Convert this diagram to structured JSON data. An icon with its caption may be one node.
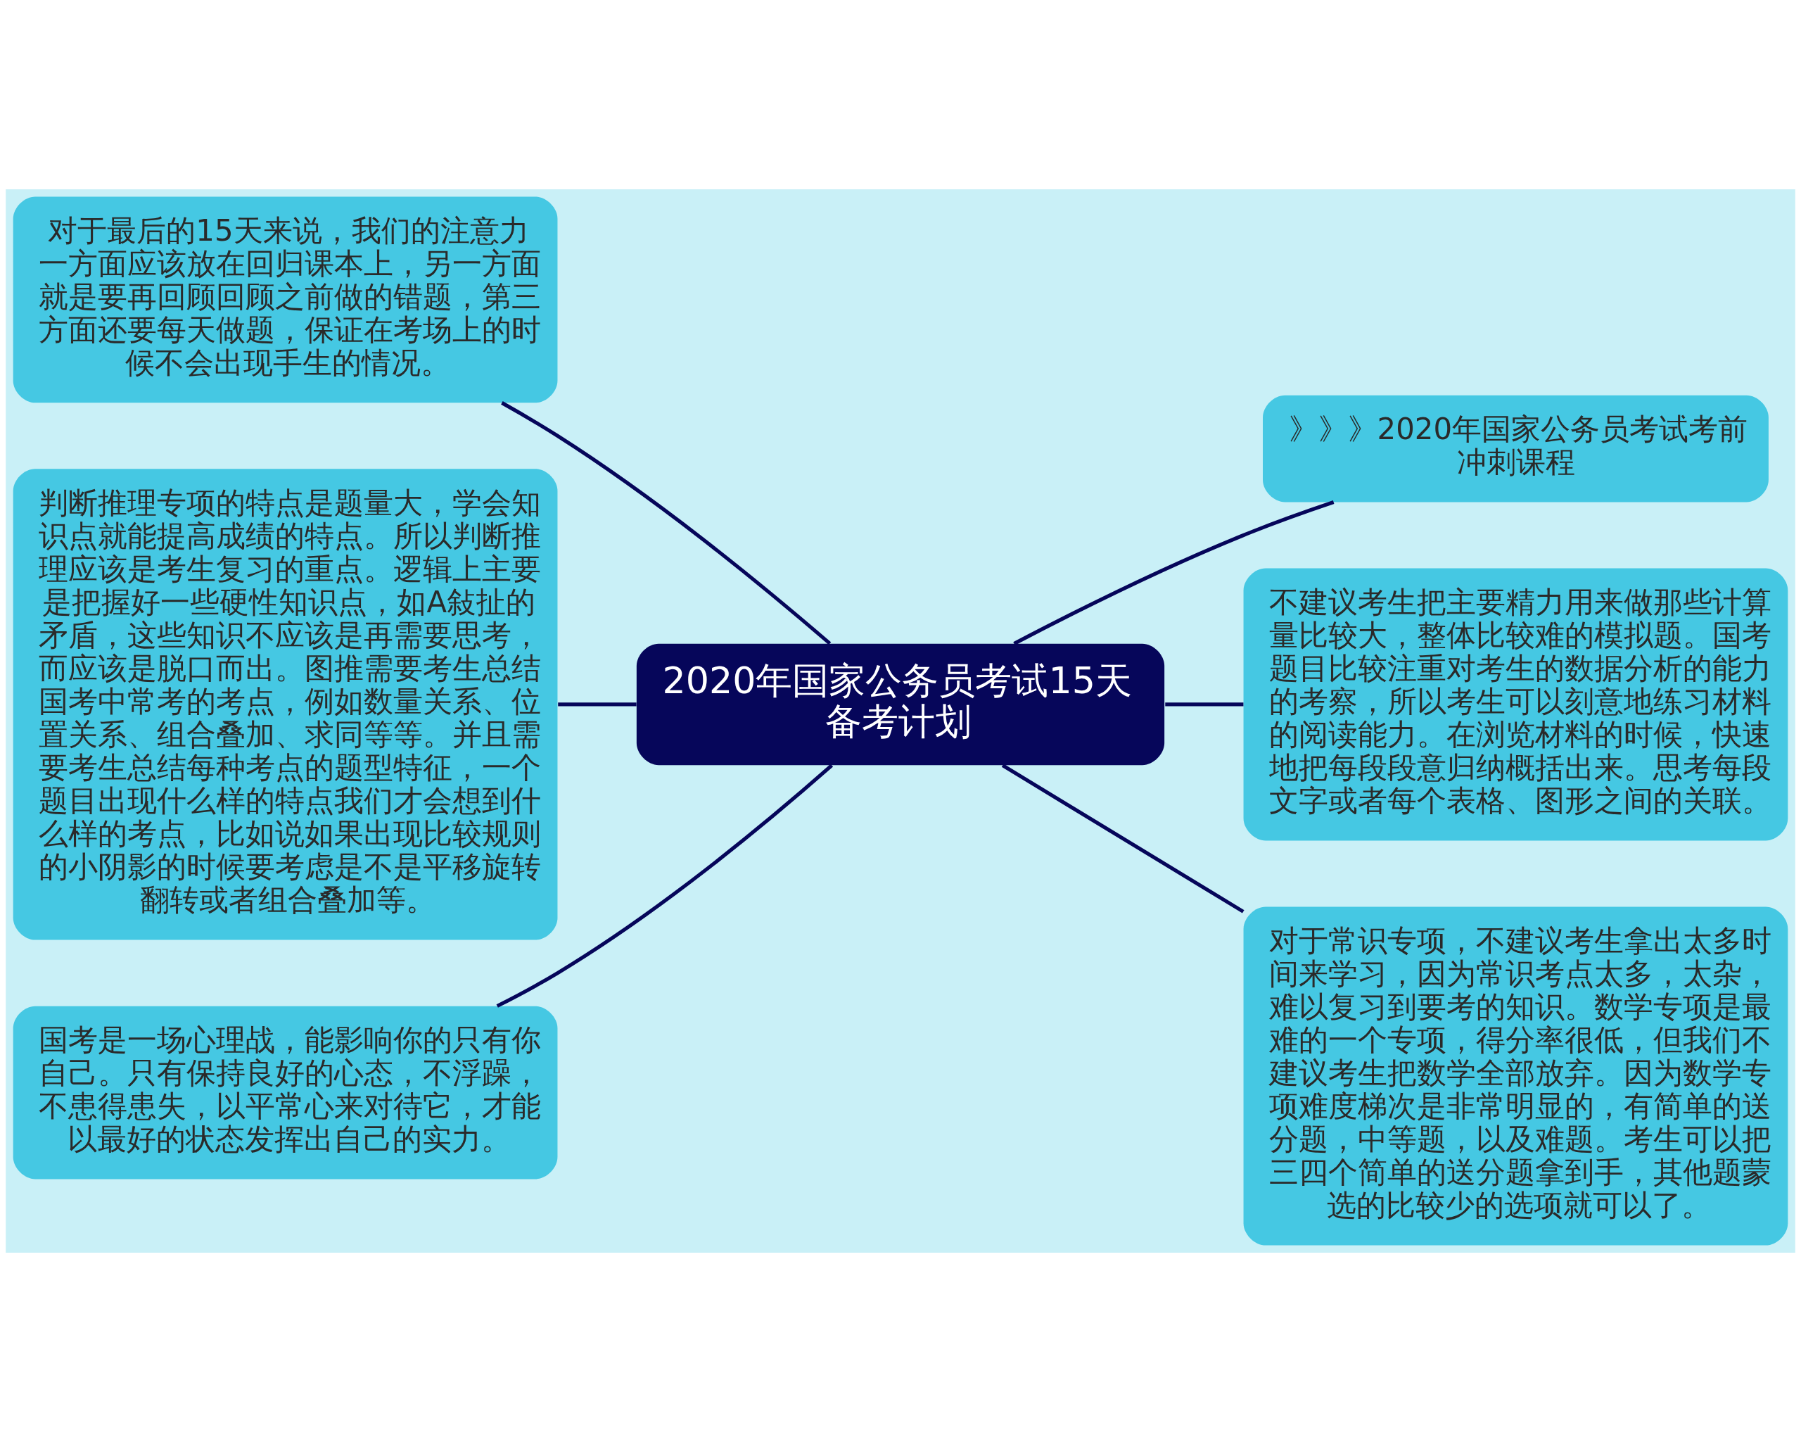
{
  "diagram": {
    "nodes": [
      {
        "text": [
          "2020年国家公务员考试15天备考计划"
        ]
      },
      {
        "text": [
          "对于最后的15天来说，我们的注意力一方面应该放在回归课本上，另一方面就是要再回顾回顾之前做的错题，第三方面还要每天做题，保证在考场上的时候不会出现手生的情况。"
        ]
      },
      {
        "text": [
          "判断推理专项的特点是题量大，学会知识点就能提高成绩的特点。所以判断推理应该是考生复习的重点。逻辑上主要是把握好一些硬性知识点，如A敍扯的矛盾，这些知识不应该是再需要思考，而应该是脱口而出。图推需要考生总结国考中常考的考点，例如数量关系、位置关系、组合叠加、求同等等。并且需要考生总结每种考点的题型特征，一个题目出现什么样的特点我们才会想到什么样的考点，比如说如果出现比较规则的小阴影的时候要考虑是不是平移旋转翻转或者组合叠加等。"
        ]
      },
      {
        "text": [
          "国考是一场心理战，能影响你的只有你自己。只有保持良好的心态，不浮躁，不患得患失，以平常心来对待它，才能以最好的状态发挥出自己的实力。"
        ]
      },
      {
        "text": [
          "》》》2020年国家公务员考试考前冲刺课程"
        ]
      },
      {
        "text": [
          "不建议考生把主要精力用来做那些计算量比较大，整体比较难的模拟题。国考题目比较注重对考生的数据分析的能力的考察，所以考生可以刻意地练习材料的阅读能力。在浏览材料的时候，快速地把每段段意归纳概括出来。思考每段文字或者每个表格、图形之间的关联。"
        ]
      },
      {
        "text": [
          "对于常识专项，不建议考生拿出太多时间来学习，因为常识考点太多，太杂，难以复习到要考的知识。数学专项是最难的一个专项，得分率很低，但我们不建议考生把数学全部放弃。因为数学专项难度梯次是非常明显的，有简单的送分题，中等题，以及难题。考生可以把三四个简单的送分题拿到手，其他题蒙选的比较少的选项就可以了。"
        ]
      }
    ],
    "edges": [
      {
        "from": 0,
        "to": 1,
        "arrow": "none"
      },
      {
        "from": 0,
        "to": 2,
        "arrow": "none"
      },
      {
        "from": 0,
        "to": 3,
        "arrow": "none"
      },
      {
        "from": 0,
        "to": 4,
        "arrow": "none"
      },
      {
        "from": 0,
        "to": 5,
        "arrow": "none"
      },
      {
        "from": 0,
        "to": 6,
        "arrow": "none"
      }
    ]
  }
}
